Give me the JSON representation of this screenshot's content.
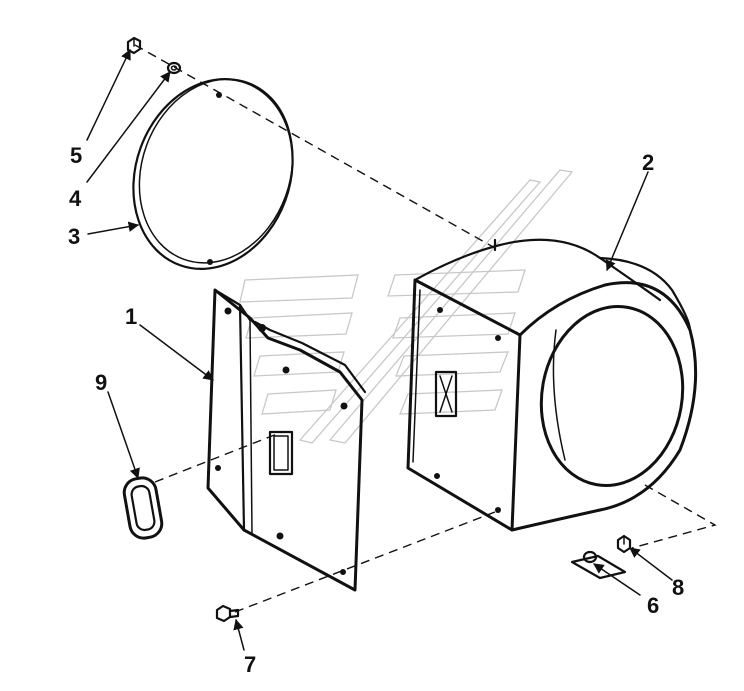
{
  "diagram": {
    "callouts": {
      "c1": "1",
      "c2": "2",
      "c3": "3",
      "c4": "4",
      "c5": "5",
      "c6": "6",
      "c7": "7",
      "c8": "8",
      "c9": "9"
    },
    "colors": {
      "line": "#111111",
      "watermark": "#c8c8c8",
      "background": "#ffffff"
    }
  }
}
